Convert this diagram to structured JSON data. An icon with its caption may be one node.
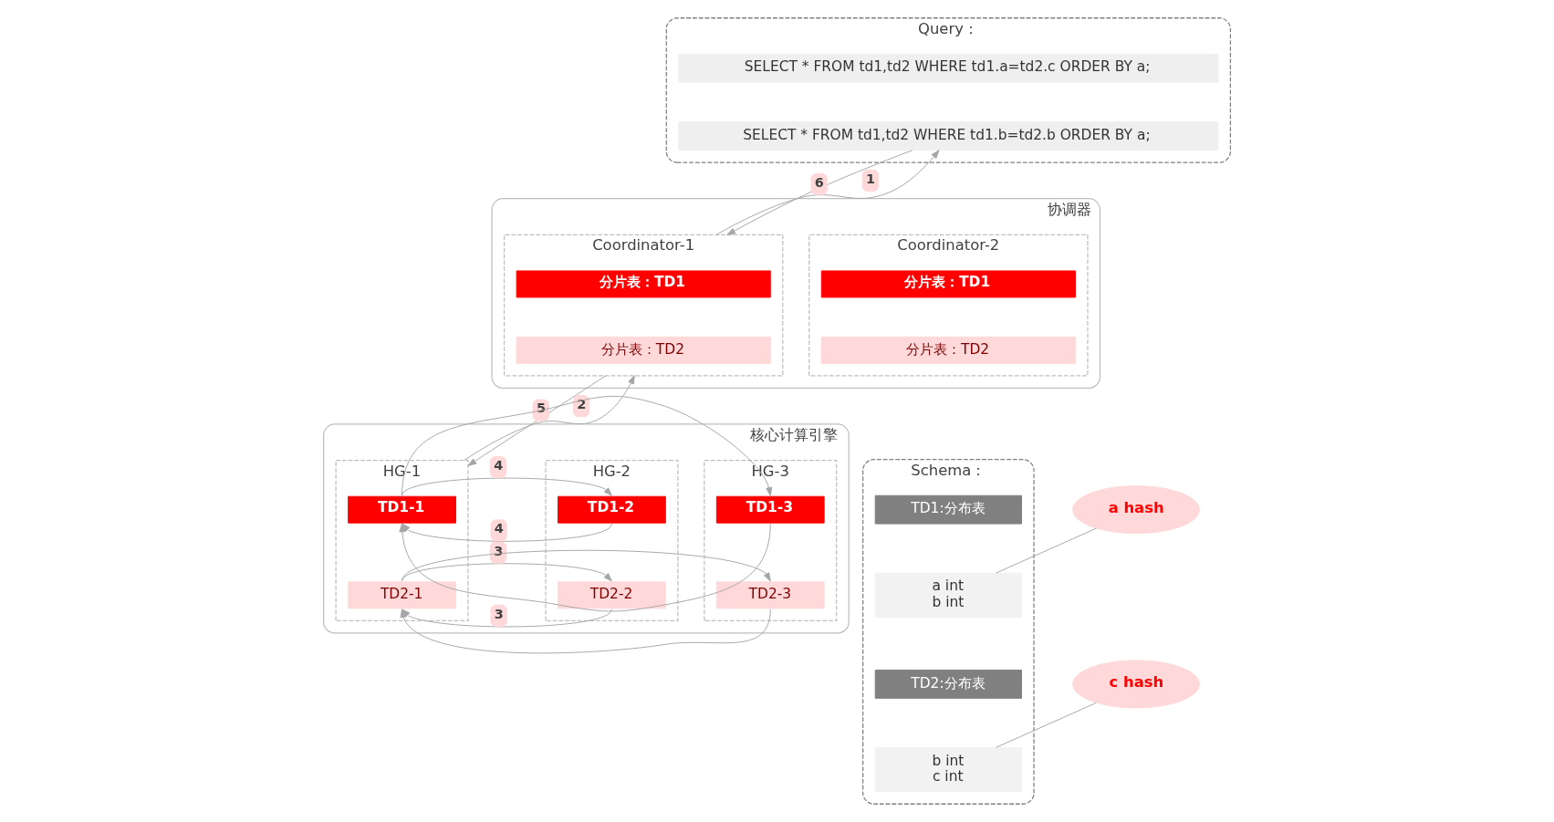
{
  "diagram": {
    "nodes": [
      {
        "text": [
          "Query："
        ]
      },
      {
        "text": [
          "SELECT * FROM td1,td2 WHERE td1.a=td2.c ORDER BY a;"
        ],
        "in": 0
      },
      {
        "text": [
          "SELECT * FROM td1,td2 WHERE td1.b=td2.b ORDER BY a;"
        ],
        "in": 0
      },
      {
        "text": [
          "协调器"
        ]
      },
      {
        "text": [
          "Coordinator-1"
        ],
        "in": 3
      },
      {
        "text": [
          "分片表：TD1"
        ],
        "in": 4
      },
      {
        "text": [
          "分片表：TD2"
        ],
        "in": 4
      },
      {
        "text": [
          "Coordinator-2"
        ],
        "in": 3
      },
      {
        "text": [
          "分片表：TD1"
        ],
        "in": 7
      },
      {
        "text": [
          "分片表：TD2"
        ],
        "in": 7
      },
      {
        "text": [
          "核心计算引擎"
        ]
      },
      {
        "text": [
          "HG-1"
        ],
        "in": 10
      },
      {
        "text": [
          "TD1-1"
        ],
        "in": 11
      },
      {
        "text": [
          "TD2-1"
        ],
        "in": 11
      },
      {
        "text": [
          "HG-2"
        ],
        "in": 10
      },
      {
        "text": [
          "TD1-2"
        ],
        "in": 14
      },
      {
        "text": [
          "TD2-2"
        ],
        "in": 14
      },
      {
        "text": [
          "HG-3"
        ],
        "in": 10
      },
      {
        "text": [
          "TD1-3"
        ],
        "in": 17
      },
      {
        "text": [
          "TD2-3"
        ],
        "in": 17
      },
      {
        "text": [
          "Schema："
        ]
      },
      {
        "text": [
          "TD1:分布表"
        ],
        "in": 20
      },
      {
        "text": [
          "a int",
          "b int"
        ],
        "in": 20
      },
      {
        "text": [
          "TD2:分布表"
        ],
        "in": 20
      },
      {
        "text": [
          "b int",
          "c int"
        ],
        "in": 20
      },
      {
        "text": [
          "a hash"
        ]
      },
      {
        "text": [
          "c hash"
        ]
      }
    ],
    "edges": [
      {
        "from": 2,
        "to": 4,
        "arrow": "to",
        "label": "1"
      },
      {
        "from": 4,
        "to": 2,
        "arrow": "to",
        "label": "6"
      },
      {
        "from": 4,
        "to": 11,
        "arrow": "to",
        "label": "2"
      },
      {
        "from": 11,
        "to": 4,
        "arrow": "to",
        "label": "5"
      },
      {
        "from": 12,
        "to": 15,
        "arrow": "to",
        "label": "4"
      },
      {
        "from": 12,
        "to": 18,
        "arrow": "to"
      },
      {
        "from": 15,
        "to": 12,
        "arrow": "to",
        "label": "4"
      },
      {
        "from": 18,
        "to": 12,
        "arrow": "to"
      },
      {
        "from": 13,
        "to": 16,
        "arrow": "to",
        "label": "3"
      },
      {
        "from": 13,
        "to": 19,
        "arrow": "to"
      },
      {
        "from": 16,
        "to": 13,
        "arrow": "to",
        "label": "3"
      },
      {
        "from": 19,
        "to": 13,
        "arrow": "to"
      },
      {
        "from": 25,
        "to": 22,
        "arrow": "none"
      },
      {
        "from": 26,
        "to": 24,
        "arrow": "none"
      }
    ]
  }
}
